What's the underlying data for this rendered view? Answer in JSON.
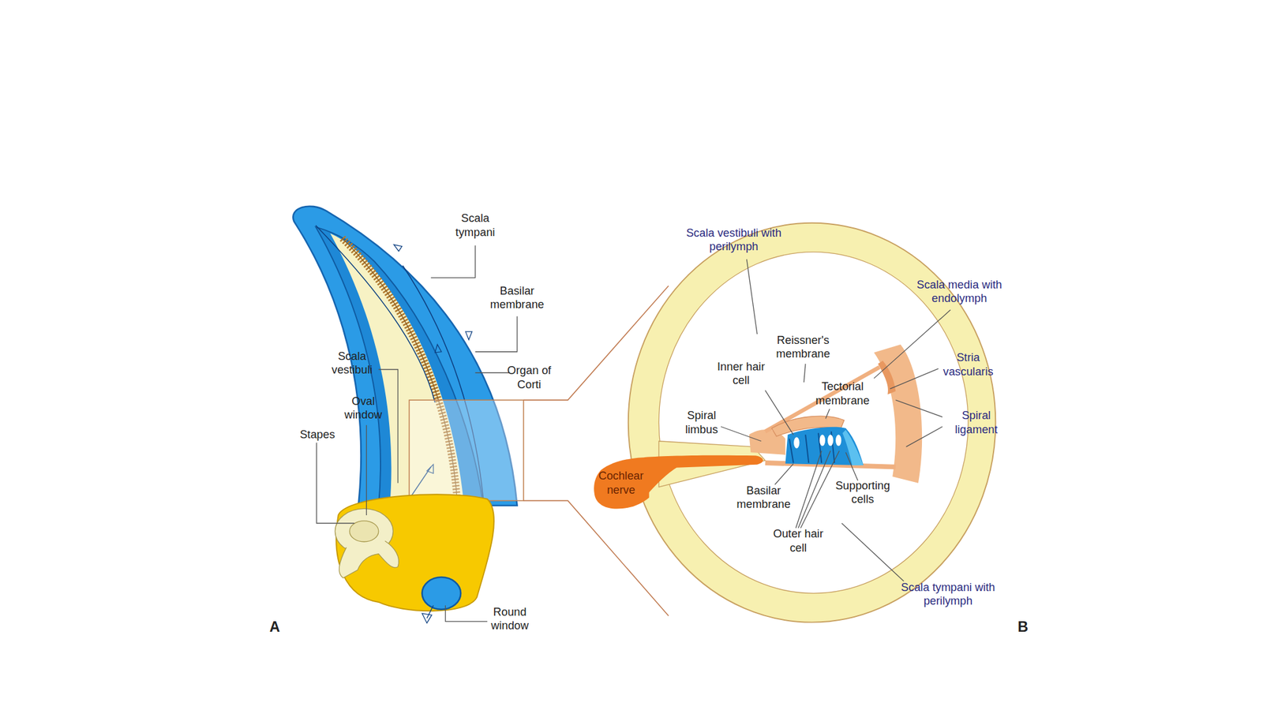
{
  "diagram": {
    "nodes": [
      {
        "text": [
          "Cochlear nerve"
        ]
      }
    ],
    "labels": [
      "Scala tympani",
      "Basilar membrane",
      "Organ of Corti",
      "Scala vestibuli",
      "Oval window",
      "Stapes",
      "Round window",
      "A",
      "Scala vestibuli with perilymph",
      "Scala media with endolymph",
      "Reissner's membrane",
      "Inner hair cell",
      "Tectorial membrane",
      "Stria vascularis",
      "Spiral limbus",
      "Spiral ligament",
      "Basilar membrane",
      "Supporting cells",
      "Outer hair cell",
      "Scala tympani with perilymph",
      "B"
    ]
  }
}
